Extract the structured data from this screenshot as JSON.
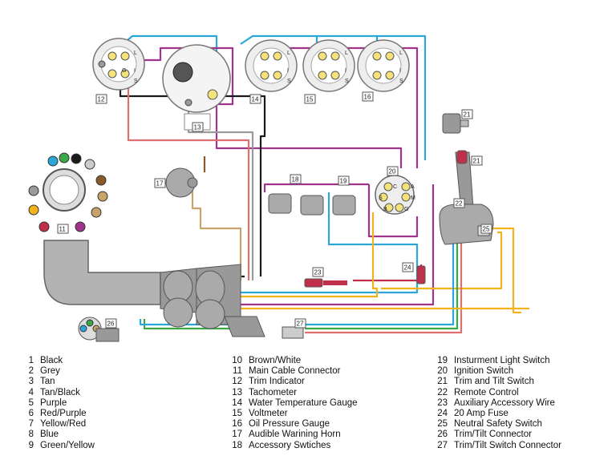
{
  "component_tags": [
    "12",
    "13",
    "14",
    "15",
    "16",
    "17",
    "18",
    "19",
    "20",
    "21",
    "21",
    "22",
    "23",
    "24",
    "25",
    "26",
    "27",
    "11"
  ],
  "gauge_pin_letters": {
    "s": "S",
    "g": "G",
    "i": "I",
    "l": "L"
  },
  "switch_pins": {
    "c": "C",
    "a": "A",
    "s": "S",
    "m": "M",
    "b": "B",
    "g": "G"
  },
  "legend": {
    "col1": [
      {
        "num": "1",
        "text": "Black"
      },
      {
        "num": "2",
        "text": "Grey"
      },
      {
        "num": "3",
        "text": "Tan"
      },
      {
        "num": "4",
        "text": "Tan/Black"
      },
      {
        "num": "5",
        "text": "Purple"
      },
      {
        "num": "6",
        "text": "Red/Purple"
      },
      {
        "num": "7",
        "text": "Yellow/Red"
      },
      {
        "num": "8",
        "text": "Blue"
      },
      {
        "num": "9",
        "text": "Green/Yellow"
      }
    ],
    "col2": [
      {
        "num": "10",
        "text": "Brown/White"
      },
      {
        "num": "11",
        "text": "Main Cable Connector"
      },
      {
        "num": "12",
        "text": "Trim Indicator"
      },
      {
        "num": "13",
        "text": "Tachometer"
      },
      {
        "num": "14",
        "text": "Water Temperature Gauge"
      },
      {
        "num": "15",
        "text": "Voltmeter"
      },
      {
        "num": "16",
        "text": "Oil Pressure Gauge"
      },
      {
        "num": "17",
        "text": "Audible Warining Horn"
      },
      {
        "num": "18",
        "text": "Accessory Swtiches"
      }
    ],
    "col3": [
      {
        "num": "19",
        "text": "Insturment Light Switch"
      },
      {
        "num": "20",
        "text": "Ignition Switch"
      },
      {
        "num": "21",
        "text": "Trim and Tilt Switch"
      },
      {
        "num": "22",
        "text": "Remote Control"
      },
      {
        "num": "23",
        "text": "Auxiliary Accessory Wire"
      },
      {
        "num": "24",
        "text": "20 Amp Fuse"
      },
      {
        "num": "25",
        "text": "Neutral Safety Switch"
      },
      {
        "num": "26",
        "text": "Trim/Tilt Connector"
      },
      {
        "num": "27",
        "text": "Trim/Tilt Switch Connector"
      }
    ]
  },
  "wire_colors": {
    "black": "#1a1a1a",
    "grey": "#9a9a9a",
    "tan": "#c8a46a",
    "purple": "#a0338a",
    "red_purple": "#c0304a",
    "yellow": "#f2b21a",
    "blue": "#2aa6d8",
    "green": "#3ca845",
    "brown": "#8a5a2a",
    "pink": "#e07070"
  }
}
